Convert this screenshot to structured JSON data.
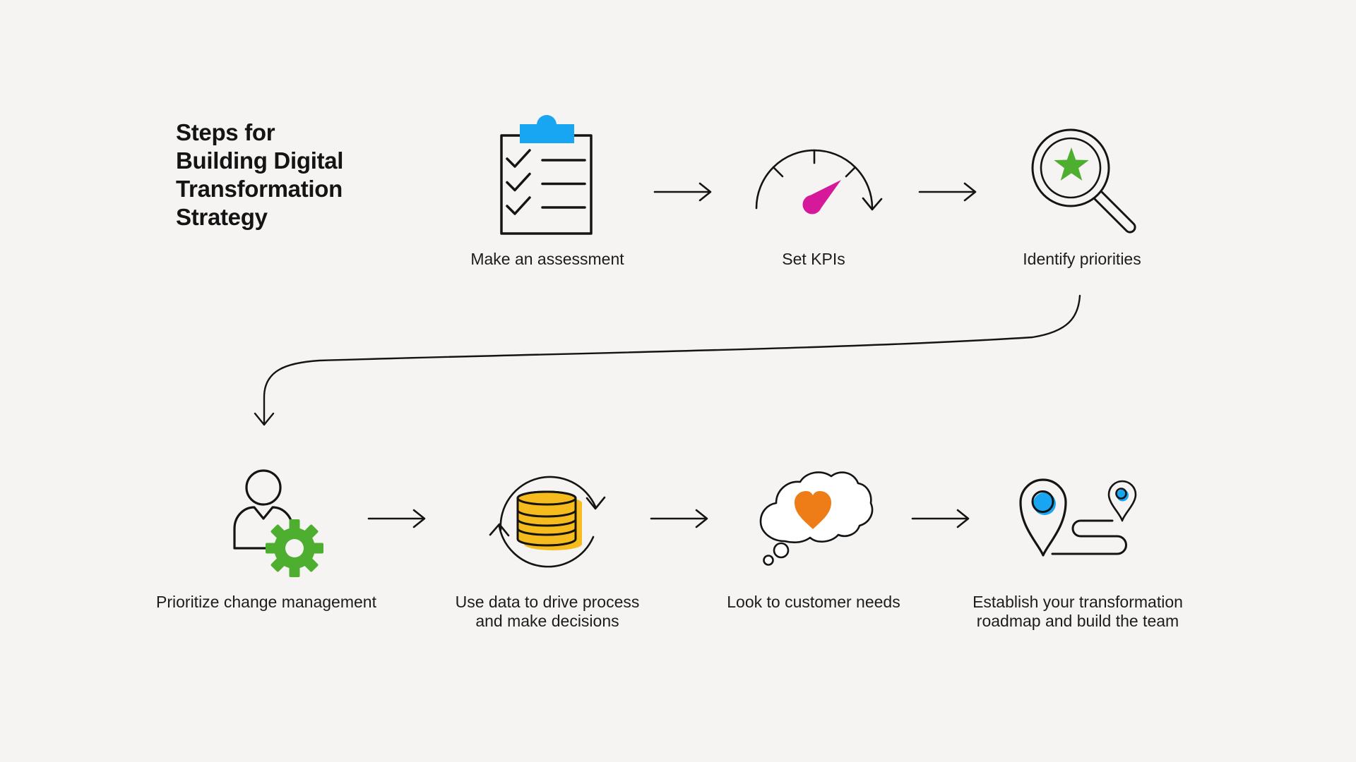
{
  "title": "Steps for\nBuilding Digital\nTransformation\nStrategy",
  "colors": {
    "background": "#f5f4f2",
    "ink": "#141414",
    "accent_blue": "#18a6f2",
    "accent_magenta": "#d6199a",
    "accent_green": "#4dae2f",
    "accent_orange": "#ee7d18",
    "accent_yellow": "#f6bb1c"
  },
  "steps": [
    {
      "label": "Make an assessment",
      "icon": "clipboard-checklist-icon"
    },
    {
      "label": "Set KPIs",
      "icon": "gauge-icon"
    },
    {
      "label": "Identify priorities",
      "icon": "magnifier-star-icon"
    },
    {
      "label": "Prioritize change management",
      "icon": "person-gear-icon"
    },
    {
      "label": "Use data to drive process\nand make decisions",
      "icon": "database-sync-icon"
    },
    {
      "label": "Look to customer needs",
      "icon": "thought-cloud-heart-icon"
    },
    {
      "label": "Establish your transformation\nroadmap and build the team",
      "icon": "map-pins-route-icon"
    }
  ]
}
